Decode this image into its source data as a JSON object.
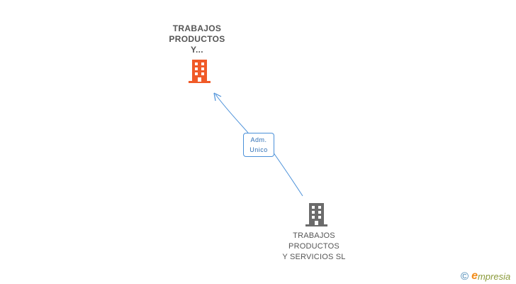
{
  "nodes": {
    "parent": {
      "label_lines": [
        "TRABAJOS",
        "PRODUCTOS",
        "Y..."
      ],
      "color": "#f05a28",
      "icon": "building-icon"
    },
    "child": {
      "label_lines": [
        "TRABAJOS",
        "PRODUCTOS",
        "Y SERVICIOS SL"
      ],
      "color": "#6b6b6b",
      "icon": "building-icon"
    }
  },
  "edge": {
    "label_lines": [
      "Adm.",
      "Unico"
    ],
    "color": "#4a90d9"
  },
  "brand": {
    "copyright": "©",
    "initial": "e",
    "rest": "mpresia"
  }
}
